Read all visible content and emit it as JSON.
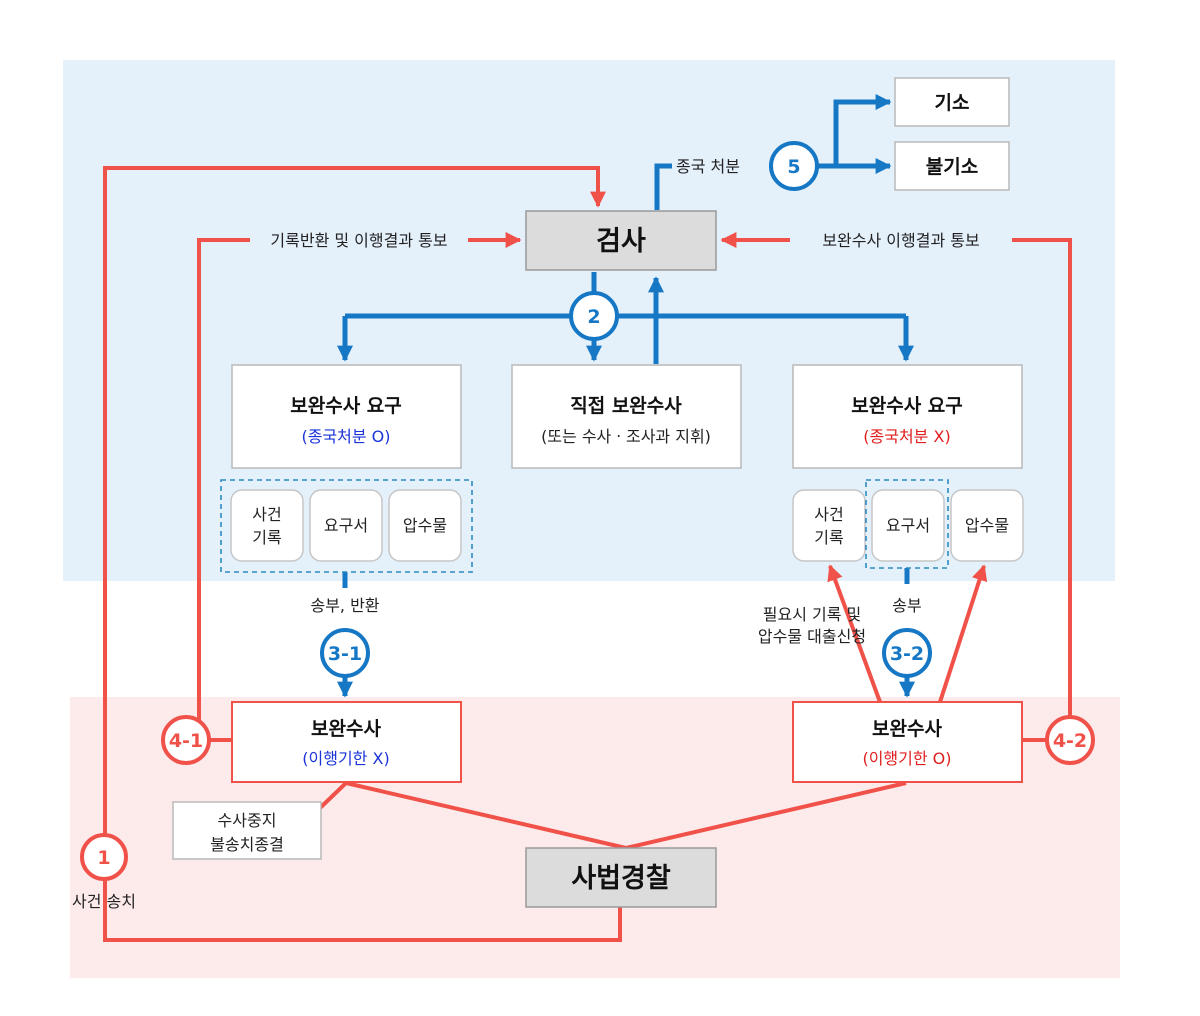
{
  "nodes": {
    "prosecution": "검사",
    "police": "사법경찰",
    "indictment": "기소",
    "non_indictment": "불기소",
    "req_left": {
      "title": "보완수사 요구",
      "note": "(종국처분 O)"
    },
    "direct": {
      "title": "직접 보완수사",
      "note": "(또는 수사ㆍ조사과 지휘)"
    },
    "req_right": {
      "title": "보완수사 요구",
      "note": "(종국처분 X)"
    },
    "supp_left": {
      "title": "보완수사",
      "note": "(이행기한 X)"
    },
    "supp_right": {
      "title": "보완수사",
      "note": "(이행기한 O)"
    },
    "suspend": {
      "line1": "수사중지",
      "line2": "불송치종결"
    }
  },
  "documents_left": [
    {
      "line1": "사건",
      "line2": "기록"
    },
    {
      "line1": "요구서",
      "line2": ""
    },
    {
      "line1": "압수물",
      "line2": ""
    }
  ],
  "documents_right": [
    {
      "line1": "사건",
      "line2": "기록"
    },
    {
      "line1": "요구서",
      "line2": ""
    },
    {
      "line1": "압수물",
      "line2": ""
    }
  ],
  "labels": {
    "final_disposition": "종국 처분",
    "return_notice": "기록반환 및 이행결과 통보",
    "supp_notice": "보완수사 이행결과 통보",
    "send_return": "송부, 반환",
    "send": "송부",
    "loan_request_1": "필요시 기록 및",
    "loan_request_2": "압수물 대출신청",
    "case_transfer": "사건 송치"
  },
  "steps": {
    "s1": "1",
    "s2": "2",
    "s3_1": "3-1",
    "s3_2": "3-2",
    "s4_1": "4-1",
    "s4_2": "4-2",
    "s5": "5"
  },
  "colors": {
    "blue_zone": "#e4f0fa",
    "red_zone": "#fdeaea",
    "blue": "#1677c5",
    "red": "#f0524a",
    "note_blue": "#1a34d8",
    "note_red": "#e02020"
  }
}
